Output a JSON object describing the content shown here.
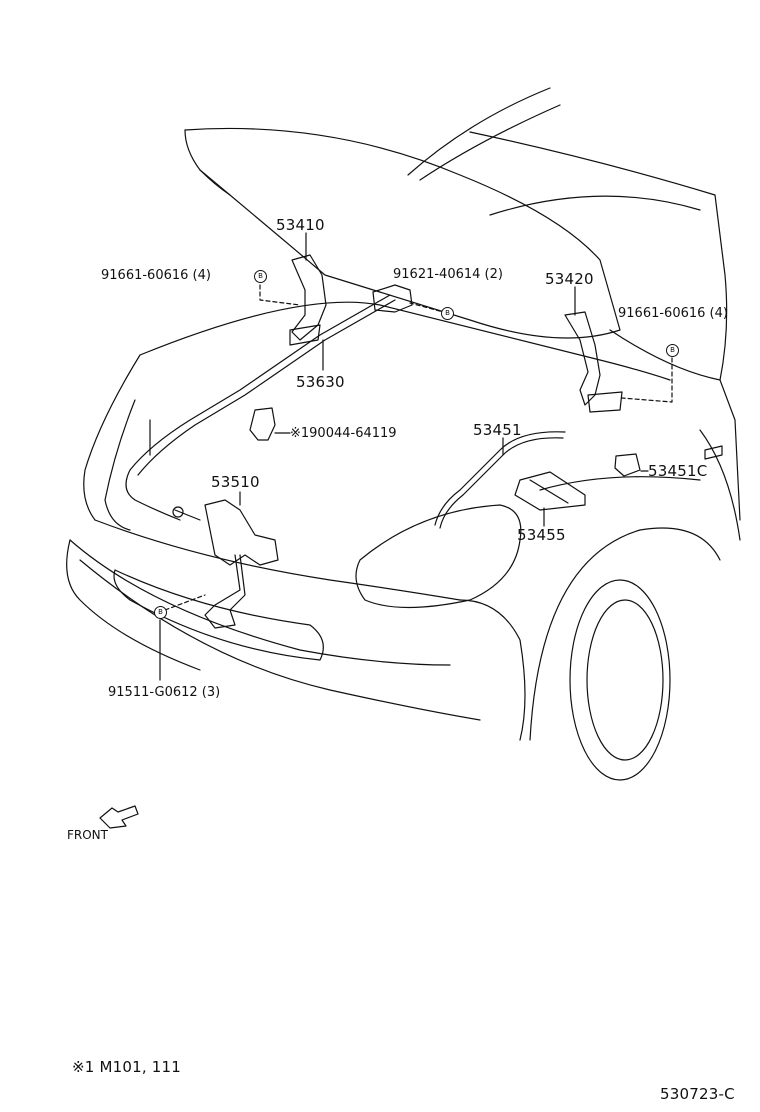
{
  "diagram_code": "530723-C",
  "footnote": "※1  M101, 111",
  "front_label": "FRONT",
  "bolt_mark": "B",
  "parts": [
    {
      "id": "hood-hinge-left",
      "number": "53410"
    },
    {
      "id": "hood-hinge-right",
      "number": "53420"
    },
    {
      "id": "hood-lock-cable",
      "number": "53630"
    },
    {
      "id": "hood-lock",
      "number": "53510"
    },
    {
      "id": "hood-support-rod",
      "number": "53451"
    },
    {
      "id": "support-rod-clamp",
      "number": "53451C"
    },
    {
      "id": "rod-holder",
      "number": "53455"
    }
  ],
  "fasteners": [
    {
      "id": "bolt-hinge-left",
      "number": "91661-60616 (4)"
    },
    {
      "id": "bolt-cable",
      "number": "91621-40614 (2)"
    },
    {
      "id": "bolt-hinge-right",
      "number": "91661-60616 (4)"
    },
    {
      "id": "bolt-lock",
      "number": "91511-G0612 (3)"
    },
    {
      "id": "cable-clip",
      "number": "※190044-64119"
    }
  ]
}
